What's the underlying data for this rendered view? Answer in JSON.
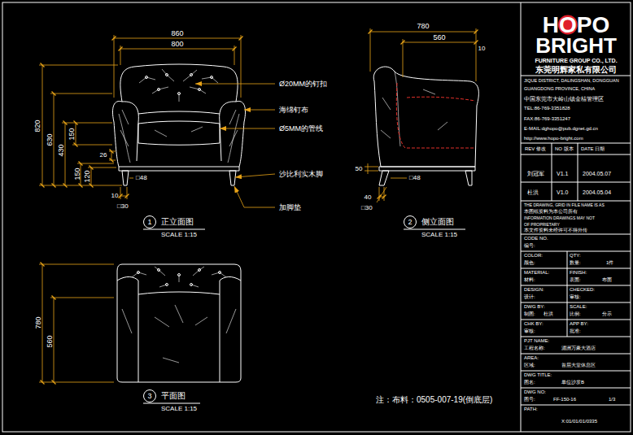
{
  "diagram": {
    "nodes": [
      {
        "text": [
          "1"
        ]
      },
      {
        "text": [
          "2"
        ]
      },
      {
        "text": [
          "3"
        ]
      }
    ],
    "labels": [
      "860",
      "800",
      "820",
      "630",
      "430",
      "150",
      "150",
      "120",
      "26",
      "□48",
      "10",
      "□30",
      "Ø20MM的钉扣",
      "海绵钉布",
      "Ø5MM的管线",
      "沙比利实木脚",
      "加脚垫",
      "正立面图",
      "SCALE 1:15",
      "780",
      "560",
      "10",
      "50",
      "□48",
      "40",
      "□30",
      "侧立面图",
      "SCALE 1:15",
      "780",
      "560",
      "平面图",
      "SCALE 1:15",
      "注：布料：0505-007-19(倒底层)",
      "HOPO",
      "BRIGHT",
      "FURNITURE GROUP CO., LTD.",
      "东莞明辉家私有限公司",
      "JIQUE DISTRICT, DALINGSHAN, DONGGUAN",
      "GUANGDONG PROVINCE, CHINA",
      "中国东莞市大岭山镇金桔管理区",
      "TEL:86-769-3351828",
      "FAX:86-769-3351247",
      "E-MAIL:dghopo@pub.dgnet.gd.cn",
      "http://www.hopo-bright.com",
      "REV 修改",
      "NO 版本",
      "DATE 日期",
      "刘冠军",
      "V1.1",
      "2004.05.07",
      "杜洪",
      "V1.0",
      "2004.05.04",
      "THE DRAWING, GRID IN FILE NAME IS AS",
      "本图纸资料为本公司所有",
      "INFORMATION DRAWINGS MAY NOT",
      "OF PROPRIETARY",
      "本文件资料未经许可不得外传",
      "CODE NO.",
      "编号:",
      "COLOR:",
      "QTY:",
      "颜色:",
      "数量:",
      "1件",
      "MATERIAL:",
      "FINISH:",
      "材料:",
      "表面:",
      "布面",
      "DESIGN:",
      "CHECKED:",
      "设计:",
      "审核:",
      "DWG BY:",
      "SCALE:",
      "制图:",
      "杜洪",
      "比例:",
      "分示",
      "CHK BY:",
      "APP BY:",
      "审核:",
      "批准:",
      "PJT NAME:",
      "工程名称:",
      "湄洲万豪大酒店",
      "AREA:",
      "区域:",
      "首层大堂休息区",
      "DWG TITLE:",
      "图名:",
      "单位沙发B",
      "DWG NO:",
      "图号:",
      "FF-150-16",
      "1/3",
      "PATH:",
      "X:01/01/01/0335"
    ]
  }
}
